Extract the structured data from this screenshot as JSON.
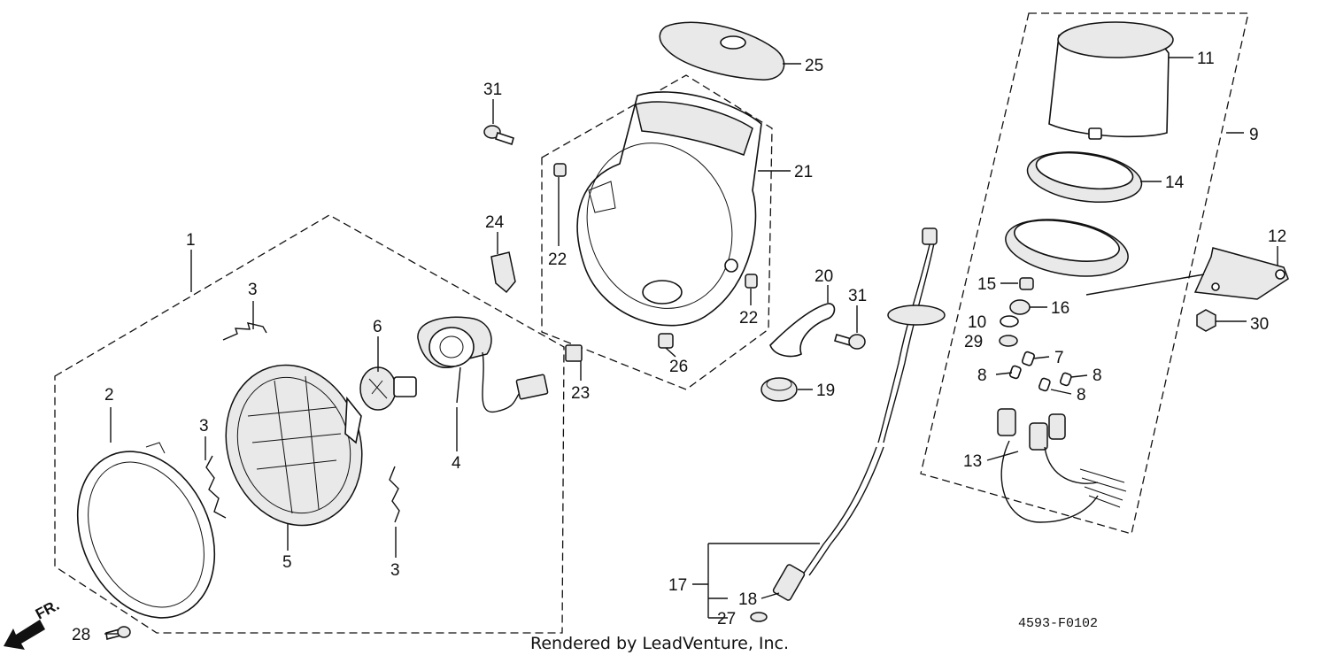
{
  "diagram": {
    "callouts": [
      {
        "id": "c1",
        "text": "1"
      },
      {
        "id": "c2",
        "text": "2"
      },
      {
        "id": "c3a",
        "text": "3"
      },
      {
        "id": "c3b",
        "text": "3"
      },
      {
        "id": "c3c",
        "text": "3"
      },
      {
        "id": "c4",
        "text": "4"
      },
      {
        "id": "c5",
        "text": "5"
      },
      {
        "id": "c6",
        "text": "6"
      },
      {
        "id": "c7",
        "text": "7"
      },
      {
        "id": "c8a",
        "text": "8"
      },
      {
        "id": "c8b",
        "text": "8"
      },
      {
        "id": "c8c",
        "text": "8"
      },
      {
        "id": "c9",
        "text": "9"
      },
      {
        "id": "c10",
        "text": "10"
      },
      {
        "id": "c11",
        "text": "11"
      },
      {
        "id": "c12",
        "text": "12"
      },
      {
        "id": "c13",
        "text": "13"
      },
      {
        "id": "c14",
        "text": "14"
      },
      {
        "id": "c15",
        "text": "15"
      },
      {
        "id": "c16",
        "text": "16"
      },
      {
        "id": "c17",
        "text": "17"
      },
      {
        "id": "c18",
        "text": "18"
      },
      {
        "id": "c19",
        "text": "19"
      },
      {
        "id": "c20",
        "text": "20"
      },
      {
        "id": "c21",
        "text": "21"
      },
      {
        "id": "c22a",
        "text": "22"
      },
      {
        "id": "c22b",
        "text": "22"
      },
      {
        "id": "c23",
        "text": "23"
      },
      {
        "id": "c24",
        "text": "24"
      },
      {
        "id": "c25",
        "text": "25"
      },
      {
        "id": "c26",
        "text": "26"
      },
      {
        "id": "c27",
        "text": "27"
      },
      {
        "id": "c28",
        "text": "28"
      },
      {
        "id": "c29",
        "text": "29"
      },
      {
        "id": "c30",
        "text": "30"
      },
      {
        "id": "c31a",
        "text": "31"
      },
      {
        "id": "c31b",
        "text": "31"
      }
    ],
    "direction_marker": "FR.",
    "diagram_code": "4593-F0102",
    "credit": "Rendered by LeadVenture, Inc."
  }
}
